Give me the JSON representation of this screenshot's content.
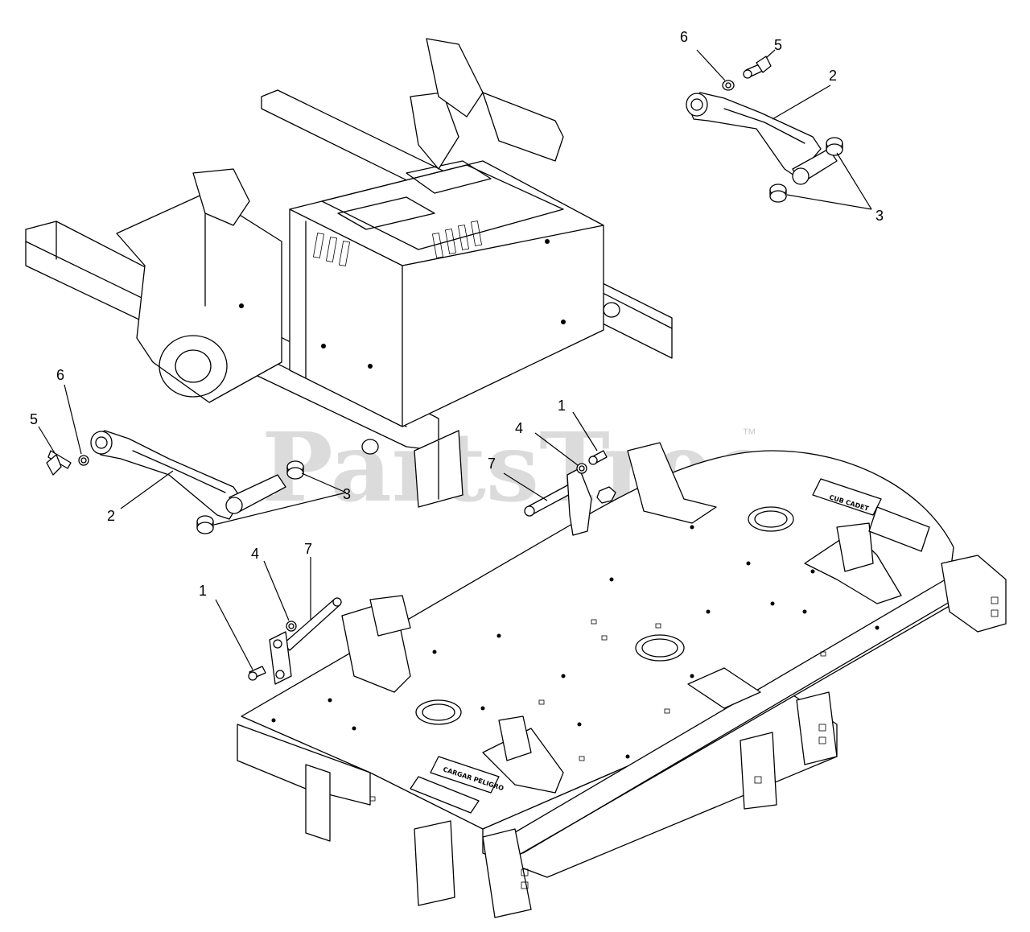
{
  "watermark": {
    "text": "PartsTree",
    "trademark": "™"
  },
  "decals": {
    "deck_label": "CUB CADET",
    "front_label": "CARGAR PELIGRO"
  },
  "callouts": {
    "top_right": {
      "nut": "6",
      "bolt": "5",
      "arm": "2",
      "bushing": "3"
    },
    "left": {
      "nut": "6",
      "bolt": "5",
      "arm": "2",
      "bushing": "3"
    },
    "center": {
      "bolt": "1",
      "nut": "4",
      "pin": "7"
    },
    "lower_left": {
      "bolt": "1",
      "nut": "4",
      "pin": "7"
    }
  }
}
